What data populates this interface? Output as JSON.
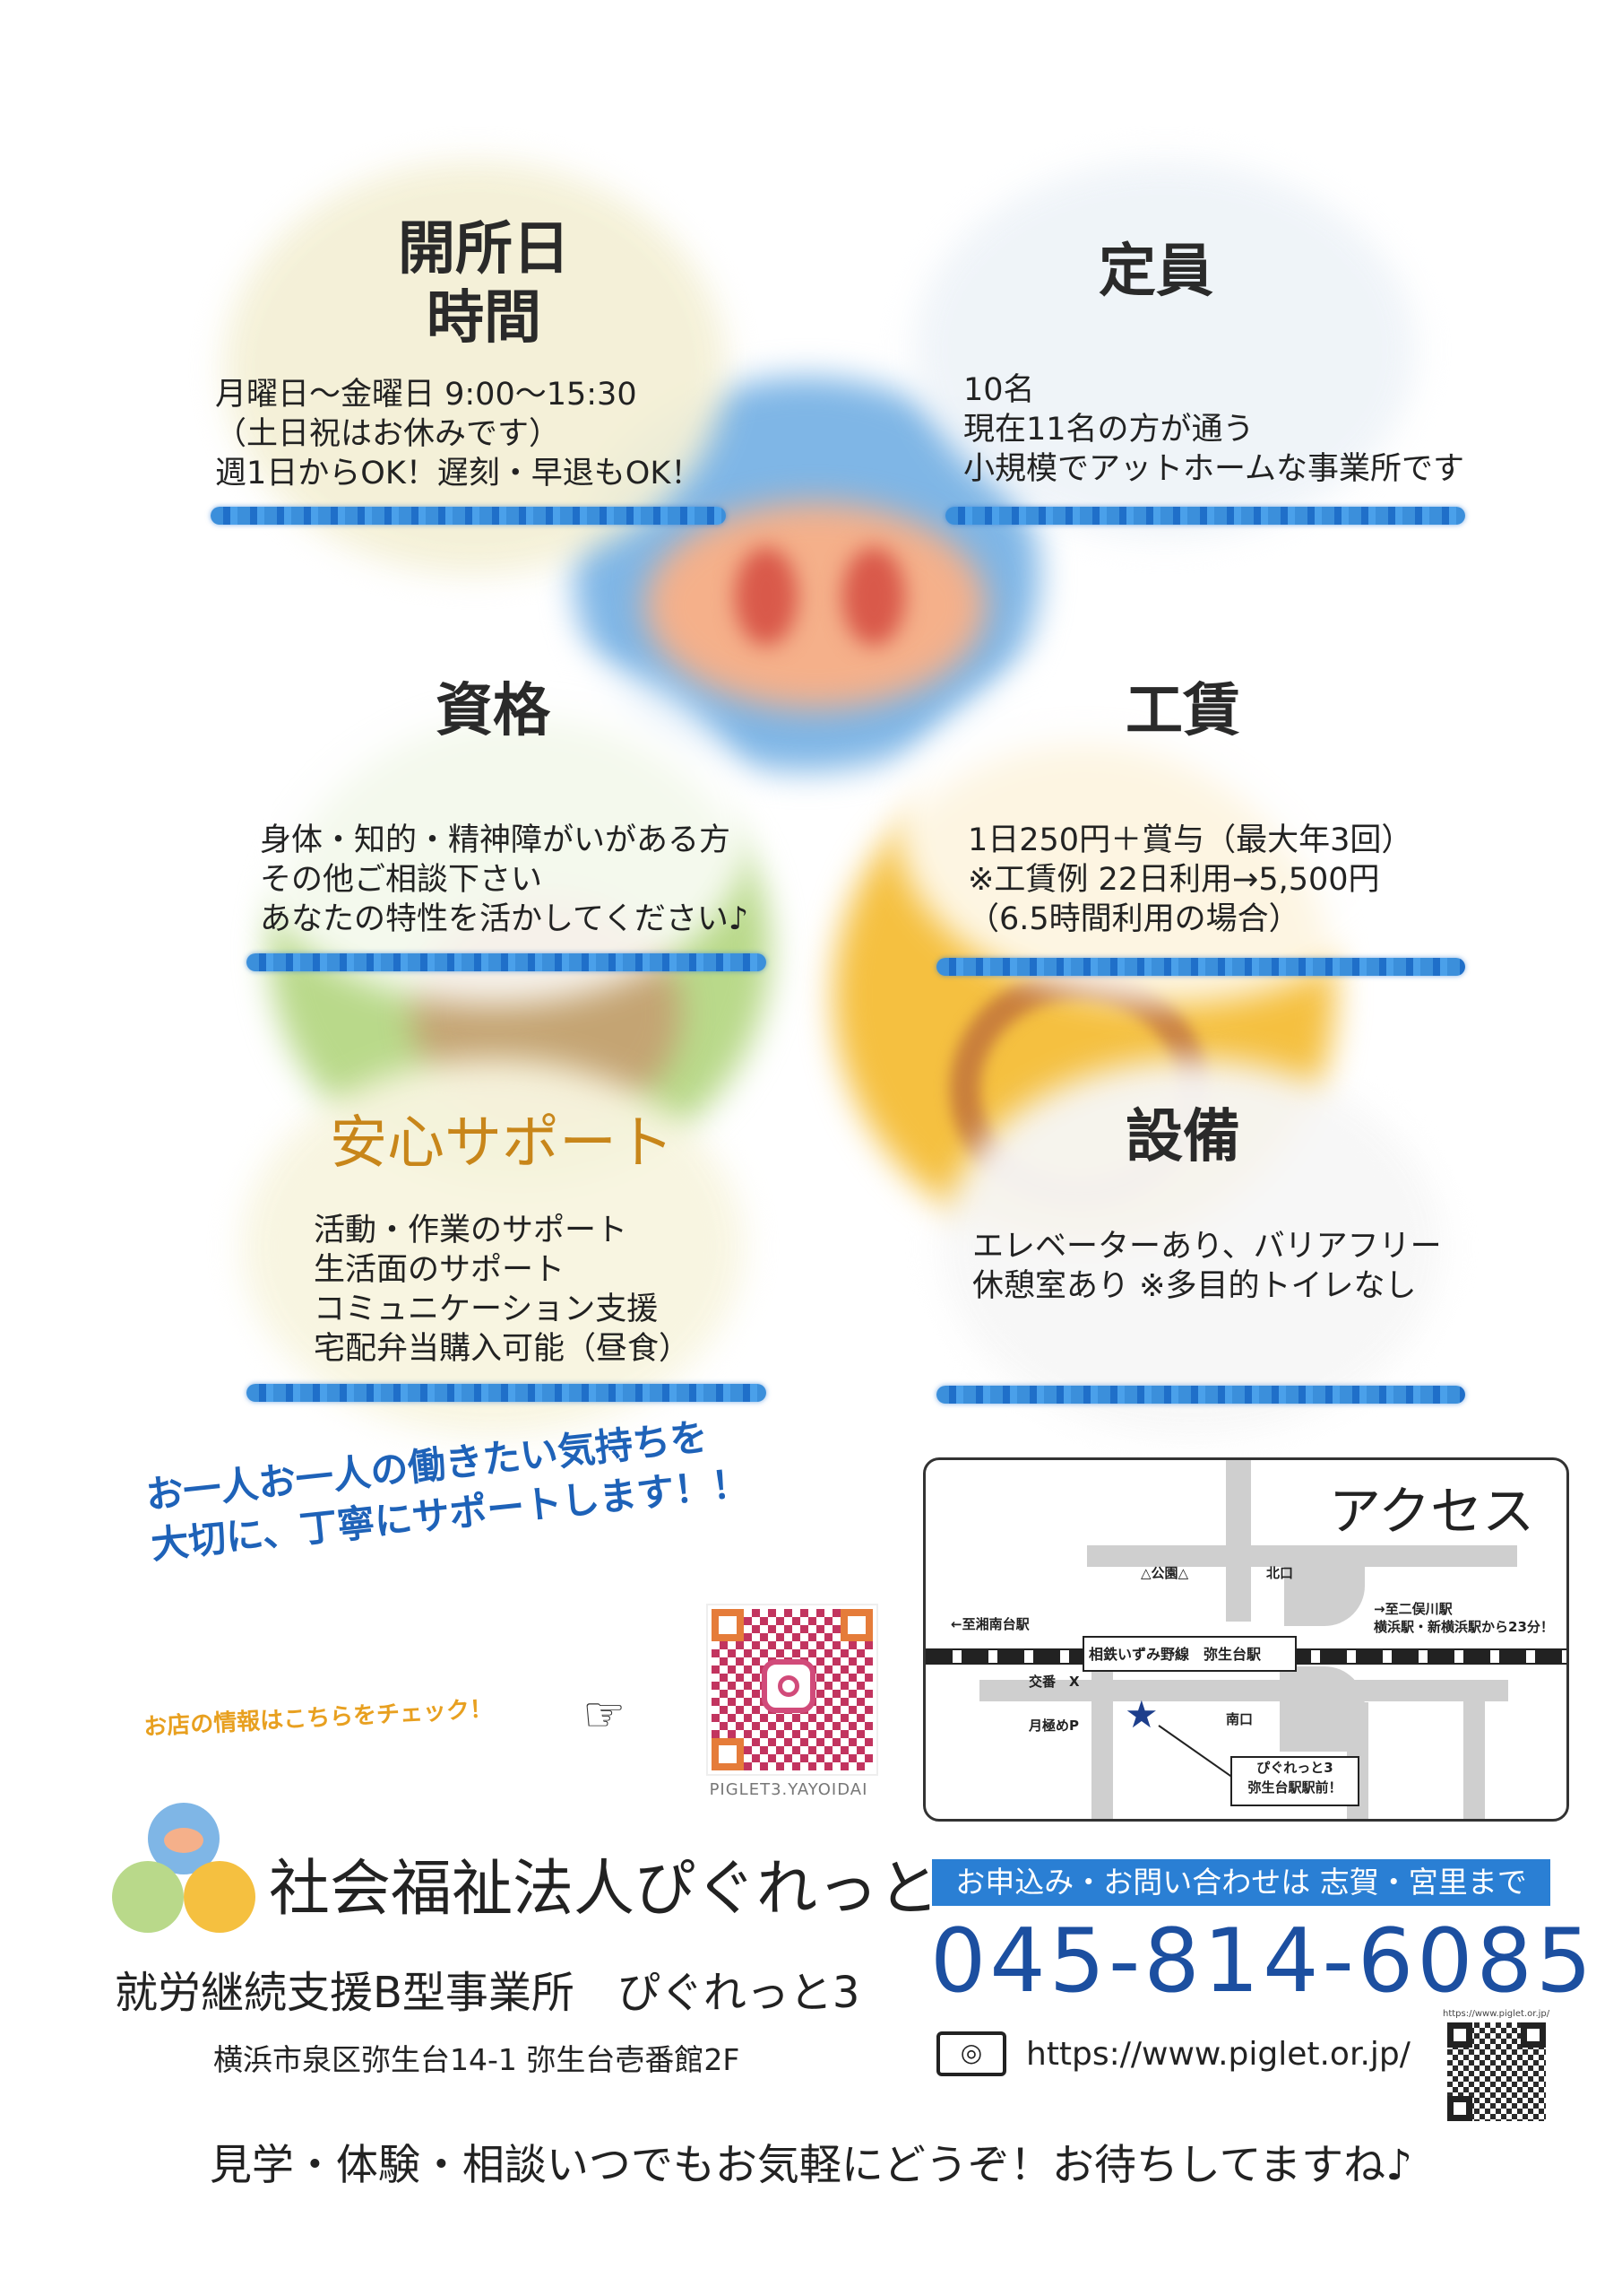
{
  "sections": {
    "hours": {
      "title_line1": "開所日",
      "title_line2": "時間",
      "lines": [
        "月曜日～金曜日 9:00～15:30",
        "（土日祝はお休みです）",
        "週1日からOK！遅刻・早退もOK！"
      ]
    },
    "capacity": {
      "title": "定員",
      "lines": [
        "10名",
        "現在11名の方が通う",
        "小規模でアットホームな事業所です"
      ]
    },
    "qualification": {
      "title": "資格",
      "lines": [
        "身体・知的・精神障がいがある方",
        "その他ご相談下さい",
        "あなたの特性を活かしてください♪"
      ]
    },
    "wage": {
      "title": "工賃",
      "lines": [
        "1日250円＋賞与（最大年3回）",
        "※工賃例 22日利用→5,500円",
        "（6.5時間利用の場合）"
      ]
    },
    "support": {
      "title": "安心サポート",
      "lines": [
        "活動・作業のサポート",
        "生活面のサポート",
        "コミュニケーション支援",
        "宅配弁当購入可能（昼食）"
      ]
    },
    "facility": {
      "title": "設備",
      "lines": [
        "エレベーターあり、バリアフリー",
        "休憩室あり ※多目的トイレなし"
      ]
    }
  },
  "slogan": {
    "line1": "お一人お一人の働きたい気持ちを",
    "line2": "大切に、丁寧にサポートします！！"
  },
  "shop_info": "お店の情報はこちらをチェック！",
  "instagram_handle": "PIGLET3.YAYOIDAI",
  "access": {
    "title": "アクセス",
    "park": "公園",
    "north_exit": "北口",
    "to_shonandai": "←至湘南台駅",
    "to_futamatagawa": "→至二俣川駅",
    "travel_time": "横浜駅・新横浜駅から23分！",
    "station": "相鉄いずみ野線　弥生台駅",
    "koban": "交番",
    "parking": "月極めP",
    "south_exit": "南口",
    "callout_line1": "ぴぐれっと3",
    "callout_line2": "弥生台駅駅前！"
  },
  "org": {
    "name": "社会福祉法人ぴぐれっと",
    "office": "就労継続支援B型事業所　ぴぐれっと3",
    "address": "横浜市泉区弥生台14-1 弥生台壱番館2F"
  },
  "contact": {
    "banner": "お申込み・お問い合わせは 志賀・宮里まで",
    "phone": "045-814-6085",
    "url": "https://www.piglet.or.jp/",
    "qr_caption": "https://www.piglet.or.jp/"
  },
  "footer": "見学・体験・相談いつでもお気軽にどうぞ！お待ちしてますね♪",
  "colors": {
    "blue_text": "#1e62b8",
    "orange_text": "#e8a020",
    "support_title": "#c8861a",
    "phone": "#1c4fa0",
    "banner_bg": "#2a7fd4"
  }
}
